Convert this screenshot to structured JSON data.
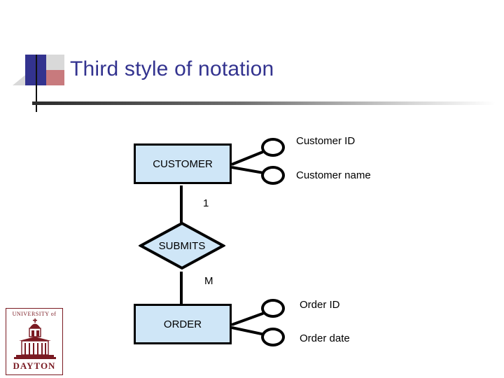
{
  "slide": {
    "title": "Third style of notation",
    "title_color": "#33338f",
    "entity_fill": "#cfe6f7",
    "line_color": "#000000"
  },
  "diagram": {
    "entities": [
      {
        "name": "CUSTOMER",
        "label": "CUSTOMER"
      },
      {
        "name": "ORDER",
        "label": "ORDER"
      }
    ],
    "relationship": {
      "label": "SUBMITS"
    },
    "cardinalities": [
      {
        "name": "customer-side",
        "label": "1"
      },
      {
        "name": "order-side",
        "label": "M"
      }
    ],
    "attributes": [
      {
        "owner": "CUSTOMER",
        "label": "Customer ID"
      },
      {
        "owner": "CUSTOMER",
        "label": "Customer name"
      },
      {
        "owner": "ORDER",
        "label": "Order ID"
      },
      {
        "owner": "ORDER",
        "label": "Order date"
      }
    ]
  },
  "logo": {
    "top_text": "UNIVERSITY of",
    "bottom_text": "DAYTON"
  }
}
